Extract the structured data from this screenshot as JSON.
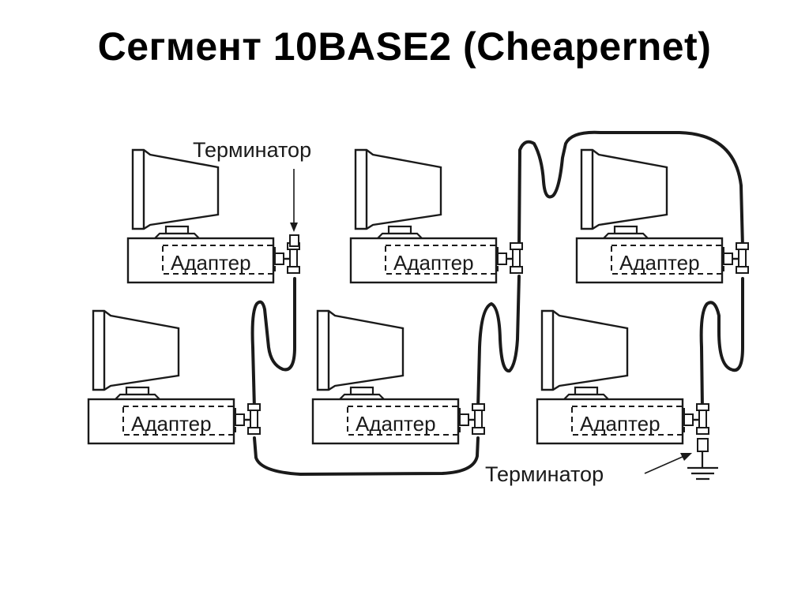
{
  "slide": {
    "title": "Сегмент 10BASE2 (Cheapernet)"
  },
  "diagram": {
    "stations": [
      {
        "adapter_label": "Адаптер"
      },
      {
        "adapter_label": "Адаптер"
      },
      {
        "adapter_label": "Адаптер"
      },
      {
        "adapter_label": "Адаптер"
      },
      {
        "adapter_label": "Адаптер"
      },
      {
        "adapter_label": "Адаптер"
      }
    ],
    "terminators": [
      {
        "label": "Терминатор"
      },
      {
        "label": "Терминатор"
      }
    ]
  },
  "colors": {
    "background": "#ffffff",
    "ink": "#1a1a1a",
    "title": "#000000"
  }
}
